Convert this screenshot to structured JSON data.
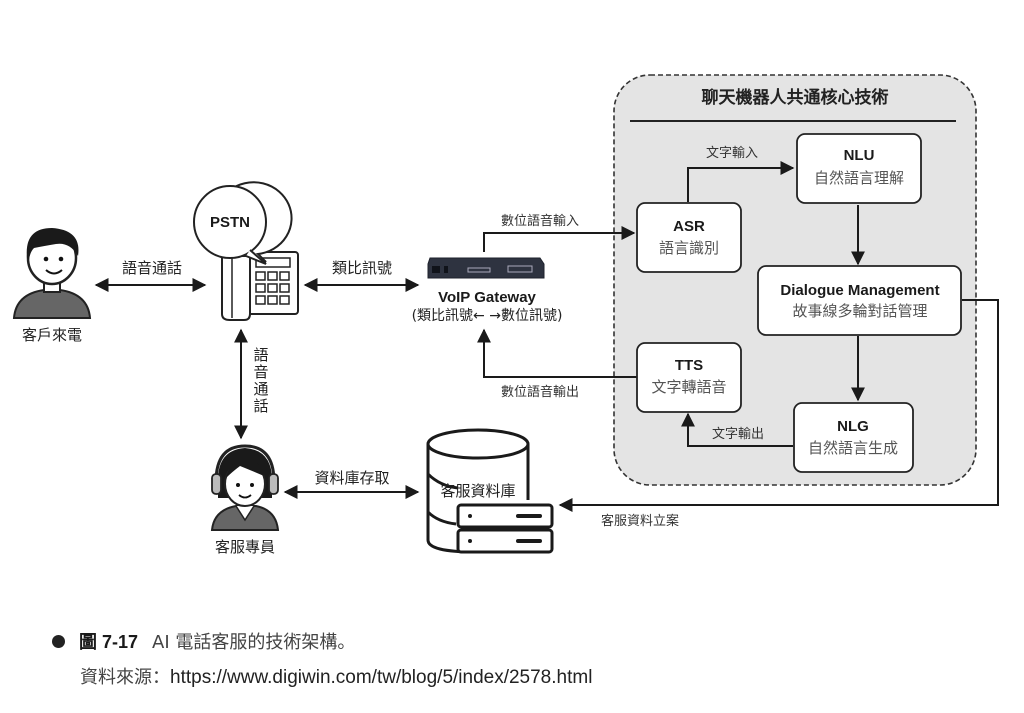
{
  "core_panel": {
    "title": "聊天機器人共通核心技術",
    "fill": "#e6e6e6"
  },
  "nodes": {
    "customer": {
      "label": "客戶來電",
      "icon": "person-icon"
    },
    "pstn": {
      "bubble": "PSTN",
      "icon": "desk-phone-icon"
    },
    "agent": {
      "label": "客服專員",
      "icon": "headset-agent-icon"
    },
    "gateway": {
      "title": "VoIP Gateway",
      "subtitle": "(類比訊號← →數位訊號)",
      "icon": "gateway-device-icon"
    },
    "database": {
      "label": "客服資料庫",
      "icon": "database-server-icon"
    },
    "asr": {
      "title": "ASR",
      "subtitle": "語言識別"
    },
    "nlu": {
      "title": "NLU",
      "subtitle": "自然語言理解"
    },
    "dm": {
      "title": "Dialogue Management",
      "subtitle": "故事線多輪對話管理"
    },
    "tts": {
      "title": "TTS",
      "subtitle": "文字轉語音"
    },
    "nlg": {
      "title": "NLG",
      "subtitle": "自然語言生成"
    }
  },
  "edges": {
    "customer_pstn": "語音通話",
    "pstn_gateway": "類比訊號",
    "pstn_agent": [
      "語",
      "音",
      "通",
      "話"
    ],
    "agent_db": "資料庫存取",
    "gateway_asr": "數位語音輸入",
    "tts_gateway": "數位語音輸出",
    "asr_nlu": "文字輸入",
    "nlg_tts": "文字輸出",
    "dm_db": "客服資料立案"
  },
  "caption": {
    "figure_prefix": "圖",
    "figure_number": "7-17",
    "title": "AI 電話客服的技術架構。",
    "source_label": "資料來源：",
    "source_url": "https://www.digiwin.com/tw/blog/5/index/2578.html"
  }
}
